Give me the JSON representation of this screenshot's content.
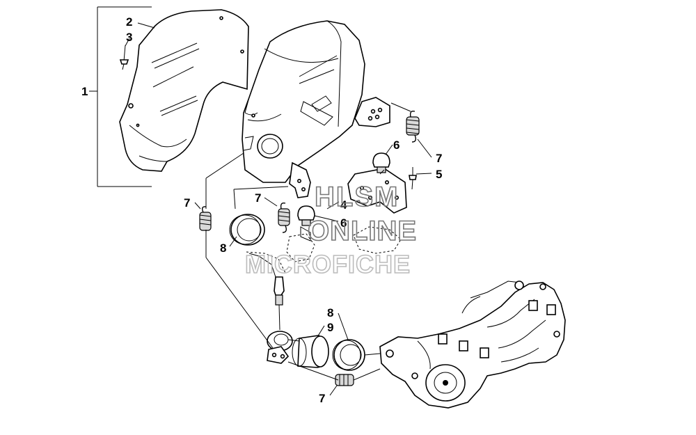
{
  "diagram": {
    "callouts": [
      "1",
      "2",
      "3",
      "7",
      "8",
      "7",
      "6",
      "4",
      "6",
      "7",
      "5",
      "8",
      "9",
      "7"
    ],
    "watermark": {
      "line1": "HLSM",
      "line2": "ONLINE",
      "line3": "MICROFICHE"
    }
  }
}
